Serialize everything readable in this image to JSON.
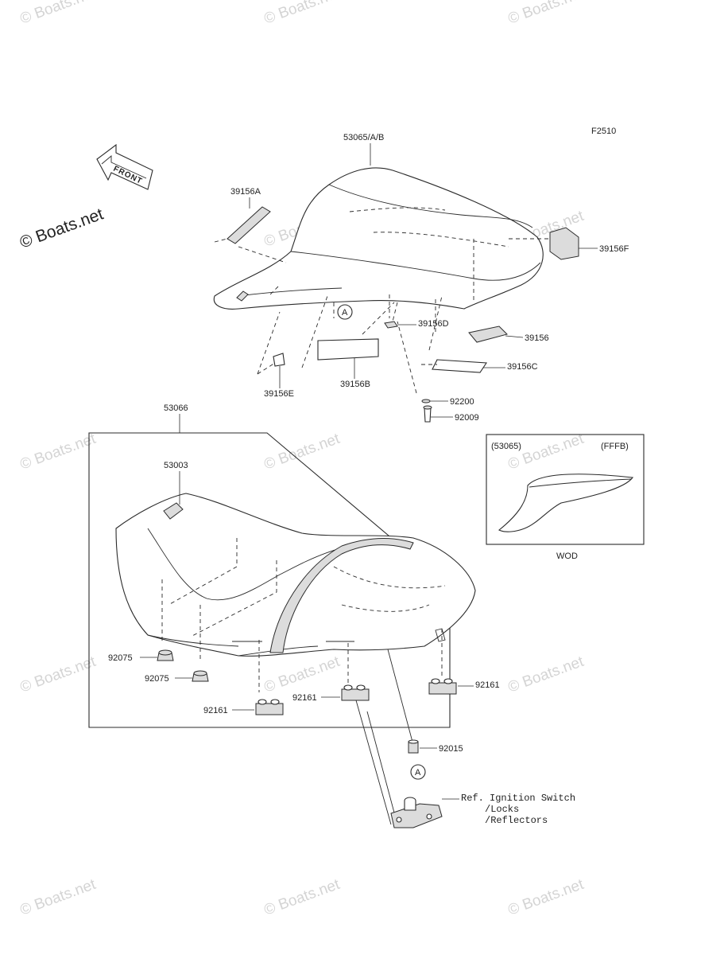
{
  "diagram": {
    "figure_code": "F2510",
    "front_arrow_text": "FRONT",
    "copyright": "© Boats.net",
    "watermark": "© Boats.net",
    "callout": "A",
    "part_numbers": {
      "seat_cover_rear": "53065/A/B",
      "rubber_39156A": "39156A",
      "rubber_39156F": "39156F",
      "rubber_39156D": "39156D",
      "rubber_39156": "39156",
      "rubber_39156C": "39156C",
      "rubber_39156B": "39156B",
      "rubber_39156E": "39156E",
      "washer_92200": "92200",
      "screw_92009": "92009",
      "seat_assy": "53066",
      "seat_53003": "53003",
      "grommet_92075_a": "92075",
      "grommet_92075_b": "92075",
      "damper_92161_left": "92161",
      "damper_92161_center": "92161",
      "damper_92161_right": "92161",
      "collar_92015": "92015"
    },
    "inset": {
      "ref_part": "(53065)",
      "color_code": "(FFFB)",
      "caption": "WOD"
    },
    "reference": {
      "line1": "Ref. Ignition Switch",
      "line2": "/Locks",
      "line3": "/Reflectors"
    }
  }
}
